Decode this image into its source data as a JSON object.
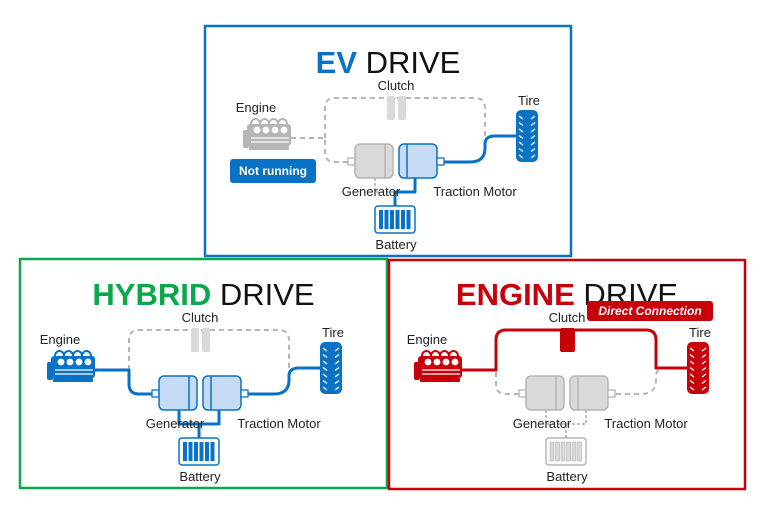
{
  "colors": {
    "ev": "#0a72c4",
    "hybrid": "#0aa84a",
    "engine": "#c8000a",
    "inactive": "#b5b5b5",
    "inactive_fill": "#d9d9d9",
    "active_blue_fill": "#c5dbf5",
    "text": "#222222"
  },
  "panels": [
    {
      "id": "ev",
      "title_strong": "EV",
      "title_rest": " DRIVE",
      "accent": "#0a72c4",
      "badge": {
        "text": "Not running",
        "target": "engine",
        "italic": false
      },
      "labels": {
        "engine": "Engine",
        "clutch": "Clutch",
        "tire": "Tire",
        "generator": "Generator",
        "traction_motor": "Traction Motor",
        "battery": "Battery"
      },
      "state": {
        "engine": "inactive",
        "clutch": "inactive",
        "generator": "inactive",
        "traction_motor": "active",
        "battery": "active",
        "tire": "active",
        "engine_to_generator": "dashed",
        "clutch_path": "dashed",
        "motor_to_tire": "solid",
        "generator_to_battery": "dotted",
        "motor_to_battery": "solid"
      }
    },
    {
      "id": "hybrid",
      "title_strong": "HYBRID",
      "title_rest": " DRIVE",
      "accent": "#0a72c4",
      "title_color": "#0aa84a",
      "badge": null,
      "labels": {
        "engine": "Engine",
        "clutch": "Clutch",
        "tire": "Tire",
        "generator": "Generator",
        "traction_motor": "Traction Motor",
        "battery": "Battery"
      },
      "state": {
        "engine": "active",
        "clutch": "inactive",
        "generator": "active",
        "traction_motor": "active",
        "battery": "active",
        "tire": "active",
        "engine_to_generator": "solid",
        "clutch_path": "dashed",
        "motor_to_tire": "solid",
        "generator_to_battery": "solid",
        "motor_to_battery": "solid"
      }
    },
    {
      "id": "engine",
      "title_strong": "ENGINE",
      "title_rest": " DRIVE",
      "accent": "#c8000a",
      "badge": {
        "text": "Direct Connection",
        "target": "clutch",
        "italic": true
      },
      "labels": {
        "engine": "Engine",
        "clutch": "Clutch",
        "tire": "Tire",
        "generator": "Generator",
        "traction_motor": "Traction Motor",
        "battery": "Battery"
      },
      "state": {
        "engine": "active",
        "clutch": "active",
        "generator": "inactive",
        "traction_motor": "inactive",
        "battery": "inactive",
        "tire": "active",
        "engine_to_generator": "dashed",
        "clutch_path": "solid",
        "motor_to_tire": "dashed",
        "generator_to_battery": "dotted",
        "motor_to_battery": "dotted"
      }
    }
  ]
}
